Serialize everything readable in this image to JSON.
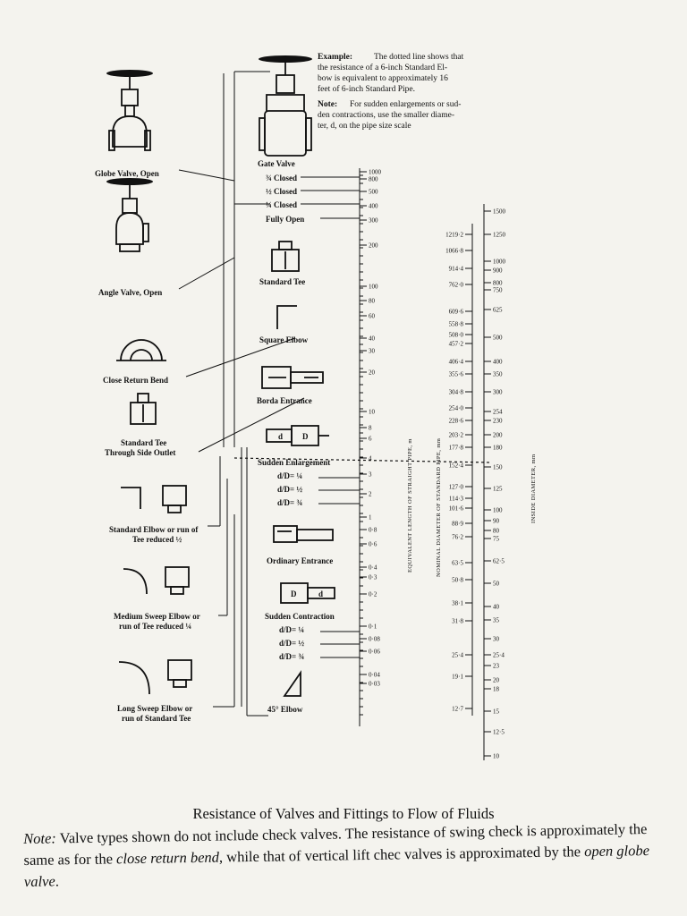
{
  "example": {
    "heading": "Example:",
    "lines": [
      "The dotted line shows that",
      "the resistance of a 6-inch Standard El-",
      "bow is equivalent to approximately 16",
      "feet of 6-inch Standard Pipe."
    ]
  },
  "note_box": {
    "heading": "Note:",
    "lines": [
      "For sudden enlargements or sud-",
      "den contractions, use the smaller diame-",
      "ter, d, on the pipe size scale"
    ]
  },
  "left_fittings": [
    "Globe Valve, Open",
    "Angle Valve, Open",
    "Close Return Bend",
    "Standard Tee",
    "Through Side Outlet",
    "Standard Elbow or run of",
    "Tee reduced ½",
    "Medium Sweep Elbow or",
    "run of Tee reduced ¼",
    "Long Sweep Elbow or",
    "run of Standard Tee"
  ],
  "middle_fittings": {
    "gate_valve": "Gate Valve",
    "gate_states": [
      "¾ Closed",
      "½ Closed",
      "¼ Closed",
      "Fully Open"
    ],
    "standard_tee": "Standard Tee",
    "square_elbow": "Square Elbow",
    "borda_entrance": "Borda Entrance",
    "sudden_enlargement": "Sudden Enlargement",
    "enlargement_ratios": [
      "d/D= ¼",
      "d/D= ½",
      "d/D= ¾"
    ],
    "ordinary_entrance": "Ordinary Entrance",
    "sudden_contraction": "Sudden Contraction",
    "contraction_ratios": [
      "d/D= ¼",
      "d/D= ½",
      "d/D= ¾"
    ],
    "elbow_45": "45° Elbow",
    "icon_text_d": "d",
    "icon_text_D": "D"
  },
  "scales": {
    "equivalent_length": {
      "label": "EQUIVALENT LENGTH OF STRAIGHT PIPE, m",
      "ticks": [
        "1000",
        "800",
        "500",
        "400",
        "300",
        "200",
        "100",
        "80",
        "60",
        "40",
        "30",
        "20",
        "10",
        "8",
        "6",
        "4",
        "3",
        "2",
        "1",
        "0·8",
        "0·6",
        "0·4",
        "0·3",
        "0·2",
        "0·1",
        "0·08",
        "0·06",
        "0·04",
        "0·03"
      ]
    },
    "nominal_diameter": {
      "label": "NOMINAL DIAMETER OF STANDARD PIPE, mm",
      "ticks": [
        "1219·2",
        "1066·8",
        "914·4",
        "762·0",
        "609·6",
        "558·8",
        "508·0",
        "457·2",
        "406·4",
        "355·6",
        "304·8",
        "254·0",
        "228·6",
        "203·2",
        "177·8",
        "152·4",
        "127·0",
        "114·3",
        "101·6",
        "88·9",
        "76·2",
        "63·5",
        "50·8",
        "38·1",
        "31·8",
        "25·4",
        "19·1",
        "12·7"
      ]
    },
    "inside_diameter": {
      "label": "INSIDE DIAMETER, mm",
      "ticks": [
        "1500",
        "1250",
        "1000",
        "900",
        "800",
        "750",
        "625",
        "500",
        "400",
        "350",
        "300",
        "254",
        "230",
        "200",
        "180",
        "150",
        "125",
        "100",
        "90",
        "80",
        "75",
        "62·5",
        "50",
        "40",
        "35",
        "30",
        "25·4",
        "23",
        "20",
        "18",
        "15",
        "12·5",
        "10"
      ]
    }
  },
  "caption": "Resistance of Valves and Fittings to Flow of Fluids",
  "footnote": {
    "label": "Note:",
    "text1": " Valve types shown do not include check valves. The resistance of swing check is approximately the  same as for the ",
    "em1": "close return bend",
    "text2": ", while that of vertical lift chec valves is approximated by the ",
    "em2": "open globe valve",
    "text3": "."
  }
}
